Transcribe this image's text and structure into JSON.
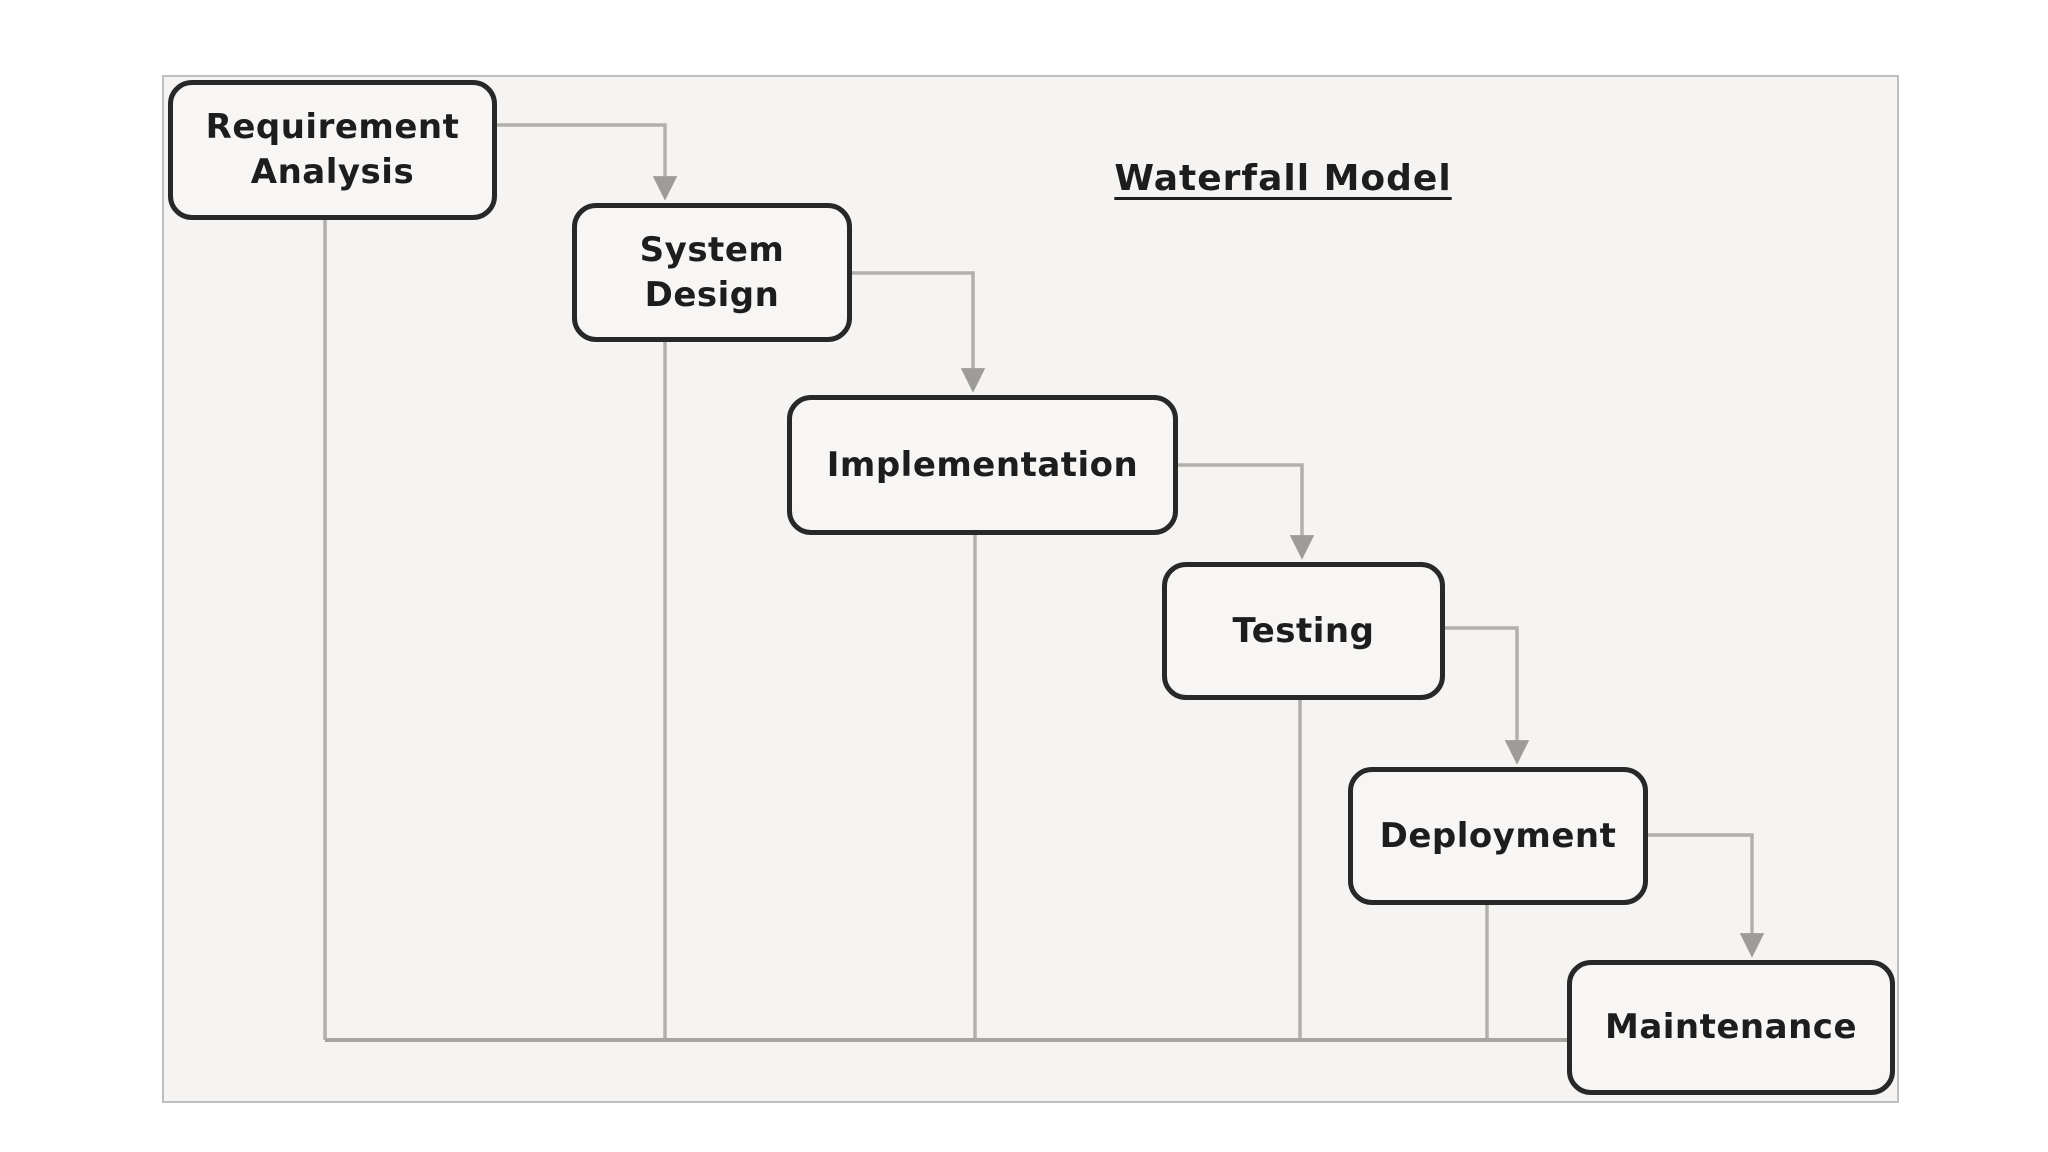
{
  "title": {
    "text": "Waterfall Model"
  },
  "diagram": {
    "type": "flowchart",
    "stages": [
      {
        "id": "requirement-analysis",
        "label": "Requirement\nAnalysis"
      },
      {
        "id": "system-design",
        "label": "System\nDesign"
      },
      {
        "id": "implementation",
        "label": "Implementation"
      },
      {
        "id": "testing",
        "label": "Testing"
      },
      {
        "id": "deployment",
        "label": "Deployment"
      },
      {
        "id": "maintenance",
        "label": "Maintenance"
      }
    ],
    "forward_flow": [
      [
        "Requirement Analysis",
        "System Design"
      ],
      [
        "System Design",
        "Implementation"
      ],
      [
        "Implementation",
        "Testing"
      ],
      [
        "Testing",
        "Deployment"
      ],
      [
        "Deployment",
        "Maintenance"
      ]
    ],
    "feedback_flow": "Each stage drops a line to a shared bottom rail that runs into Maintenance"
  },
  "colors": {
    "box_border": "#282828",
    "box_fill": "#f7f6f4",
    "text": "#1d1d1d",
    "connector": "#b2b0ad",
    "arrowhead": "#9e9c99",
    "feedback_rail": "#a7a5a2",
    "frame_border": "#bfbebc",
    "frame_fill": "#f5f4f2"
  }
}
